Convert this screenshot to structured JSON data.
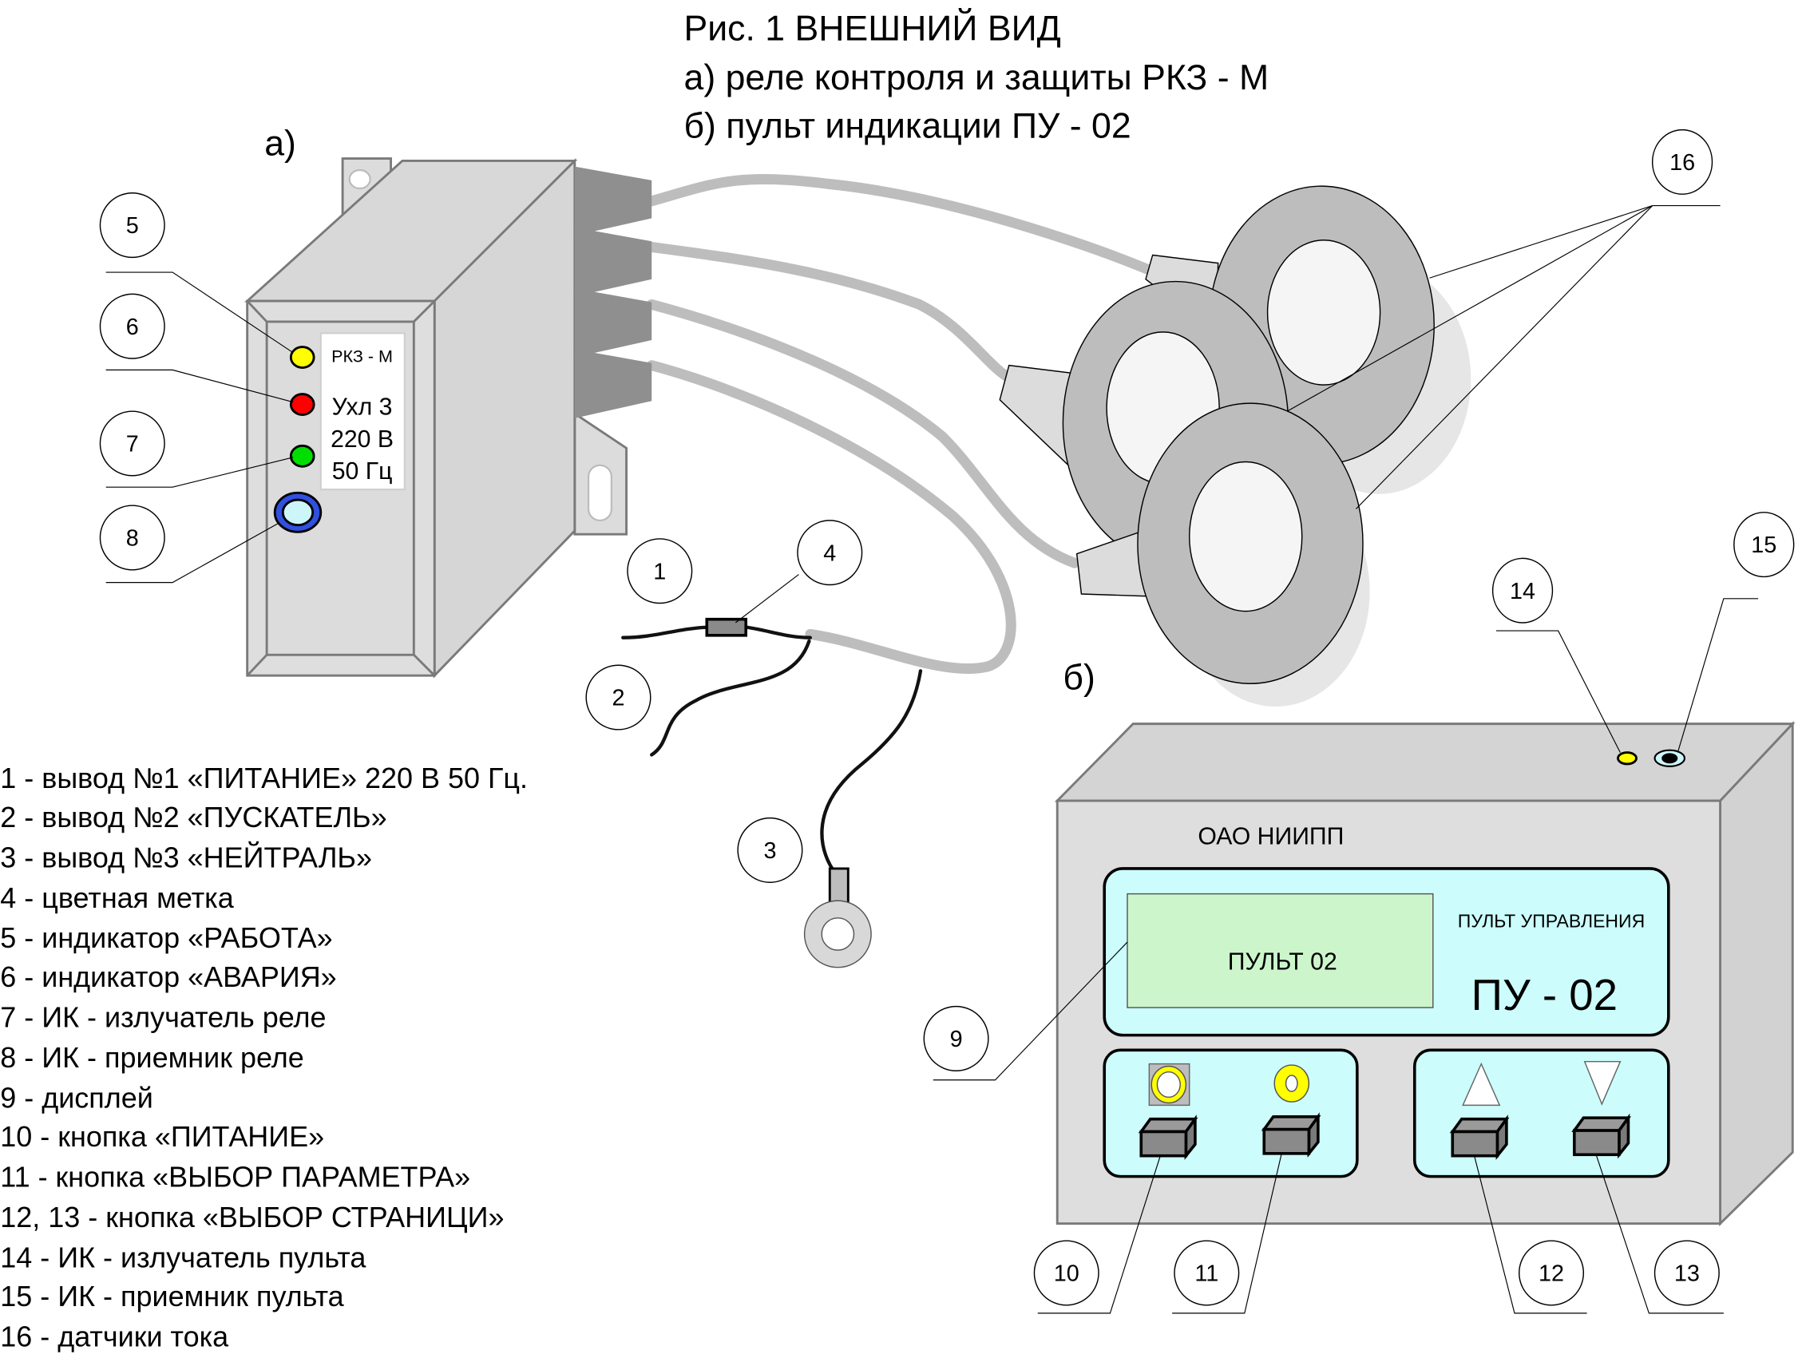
{
  "title": {
    "line1": "Рис. 1  ВНЕШНИЙ ВИД",
    "line2": "а) реле контроля и защиты РКЗ - М",
    "line3": "б) пульт индикации ПУ - 02"
  },
  "section_labels": {
    "a": "а)",
    "b": "б)"
  },
  "relay": {
    "model": "РКЗ - М",
    "climate": "Ухл 3",
    "voltage": "220 В",
    "frequency": "50 Гц",
    "indicator_colors": {
      "work": "#ffff00",
      "alarm": "#ff0000",
      "ir_emitter": "#00dd00",
      "ir_receiver_ring": "#3050e0",
      "ir_receiver_center": "#ccf6fa"
    }
  },
  "panel": {
    "maker": "ОАО НИИПП",
    "display_text": "ПУЛЬТ 02",
    "caption": "ПУЛЬТ УПРАВЛЕНИЯ",
    "model": "ПУ - 02",
    "colors": {
      "faceplate": "#ccfcfc",
      "display": "#ccf5cc",
      "body": "#dcdcdc",
      "button": "#8a8a8a",
      "led": "#ffff00"
    }
  },
  "callouts": [
    "1",
    "2",
    "3",
    "4",
    "5",
    "6",
    "7",
    "8",
    "9",
    "10",
    "11",
    "12",
    "13",
    "14",
    "15",
    "16"
  ],
  "legend": [
    "1 - вывод №1 «ПИТАНИЕ» 220 В 50 Гц.",
    "2 - вывод №2 «ПУСКАТЕЛЬ»",
    "3 - вывод №3 «НЕЙТРАЛЬ»",
    "4 - цветная метка",
    "5 - индикатор «РАБОТА»",
    "6 - индикатор «АВАРИЯ»",
    "7 - ИК - излучатель реле",
    "8 - ИК - приемник реле",
    "9 - дисплей",
    "10 - кнопка «ПИТАНИЕ»",
    "11 - кнопка «ВЫБОР ПАРАМЕТРА»",
    "12, 13 - кнопка «ВЫБОР СТРАНИЦИ»",
    "14 - ИК - излучатель пульта",
    "15 - ИК - приемник пульта",
    "16 - датчики тока"
  ]
}
